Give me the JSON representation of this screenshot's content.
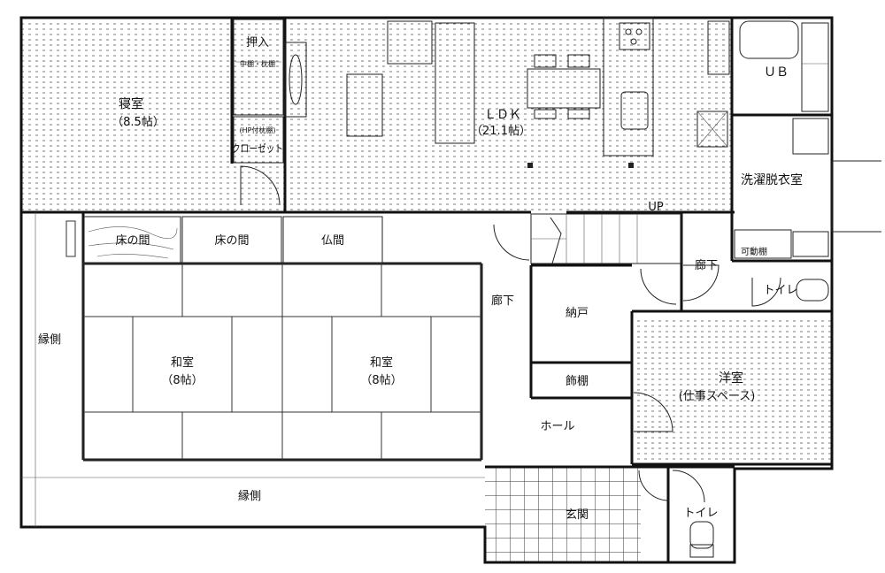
{
  "rooms": {
    "bedroom": {
      "name": "寝室",
      "size": "（8.5帖）"
    },
    "ldk": {
      "name": "ＬＤＫ",
      "size": "（21.1帖）"
    },
    "oshiire": {
      "name": "押入",
      "note": "中棚・枕棚"
    },
    "closet": {
      "name": "クローゼット",
      "note": "(HP付枕棚)"
    },
    "ub": {
      "name": "ＵＢ"
    },
    "dressing": {
      "name": "洗濯脱衣室"
    },
    "kadou_dana": {
      "name": "可動棚"
    },
    "up_mark": {
      "name": "UP"
    },
    "toko1": {
      "name": "床の間"
    },
    "toko2": {
      "name": "床の間"
    },
    "butsuma": {
      "name": "仏間"
    },
    "rouka_center": {
      "name": "廊下"
    },
    "rouka_right": {
      "name": "廊下"
    },
    "toilet_upper": {
      "name": "トイレ"
    },
    "nando": {
      "name": "納戸"
    },
    "kazaridana": {
      "name": "飾棚"
    },
    "engawa_left": {
      "name": "縁側"
    },
    "engawa_bottom": {
      "name": "縁側"
    },
    "washitsu1": {
      "name": "和室",
      "size": "（8帖）"
    },
    "washitsu2": {
      "name": "和室",
      "size": "（8帖）"
    },
    "youshitsu": {
      "name": "洋室",
      "size": "(仕事スペース)"
    },
    "hall": {
      "name": "ホール"
    },
    "genkan": {
      "name": "玄関"
    },
    "toilet_lower": {
      "name": "トイレ"
    }
  },
  "colors": {
    "wall": "#111111",
    "line": "#333333",
    "floor_hatch": "#7a7a7a",
    "background": "#ffffff"
  }
}
